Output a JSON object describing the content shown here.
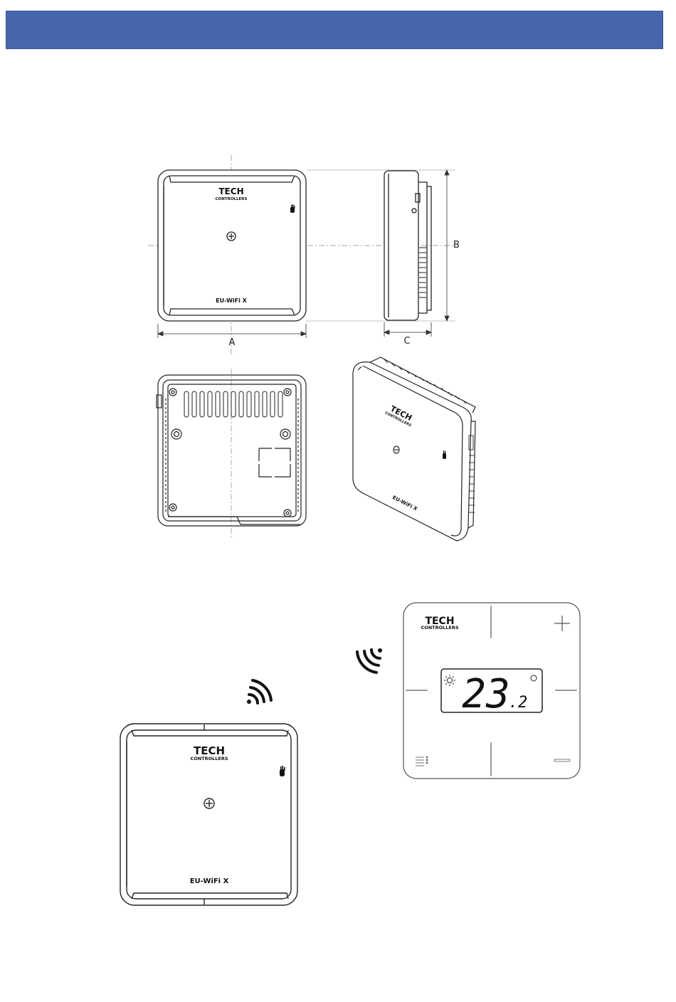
{
  "header": {
    "color": "#4766ad"
  },
  "brand": {
    "name": "TECH",
    "subtitle": "CONTROLLERS"
  },
  "device": {
    "model": "EU-WiFi X"
  },
  "dimensions": {
    "width_label": "A",
    "height_label": "B",
    "depth_label": "C"
  },
  "thermostat": {
    "temperature_main": "23",
    "temperature_decimal": ".2",
    "plus_symbol": "+",
    "minus_symbol": "−"
  },
  "icons": [
    "plus-icon",
    "wifi-signal-icon",
    "hand-icon",
    "sun-icon",
    "menu-icon",
    "minus-icon"
  ]
}
